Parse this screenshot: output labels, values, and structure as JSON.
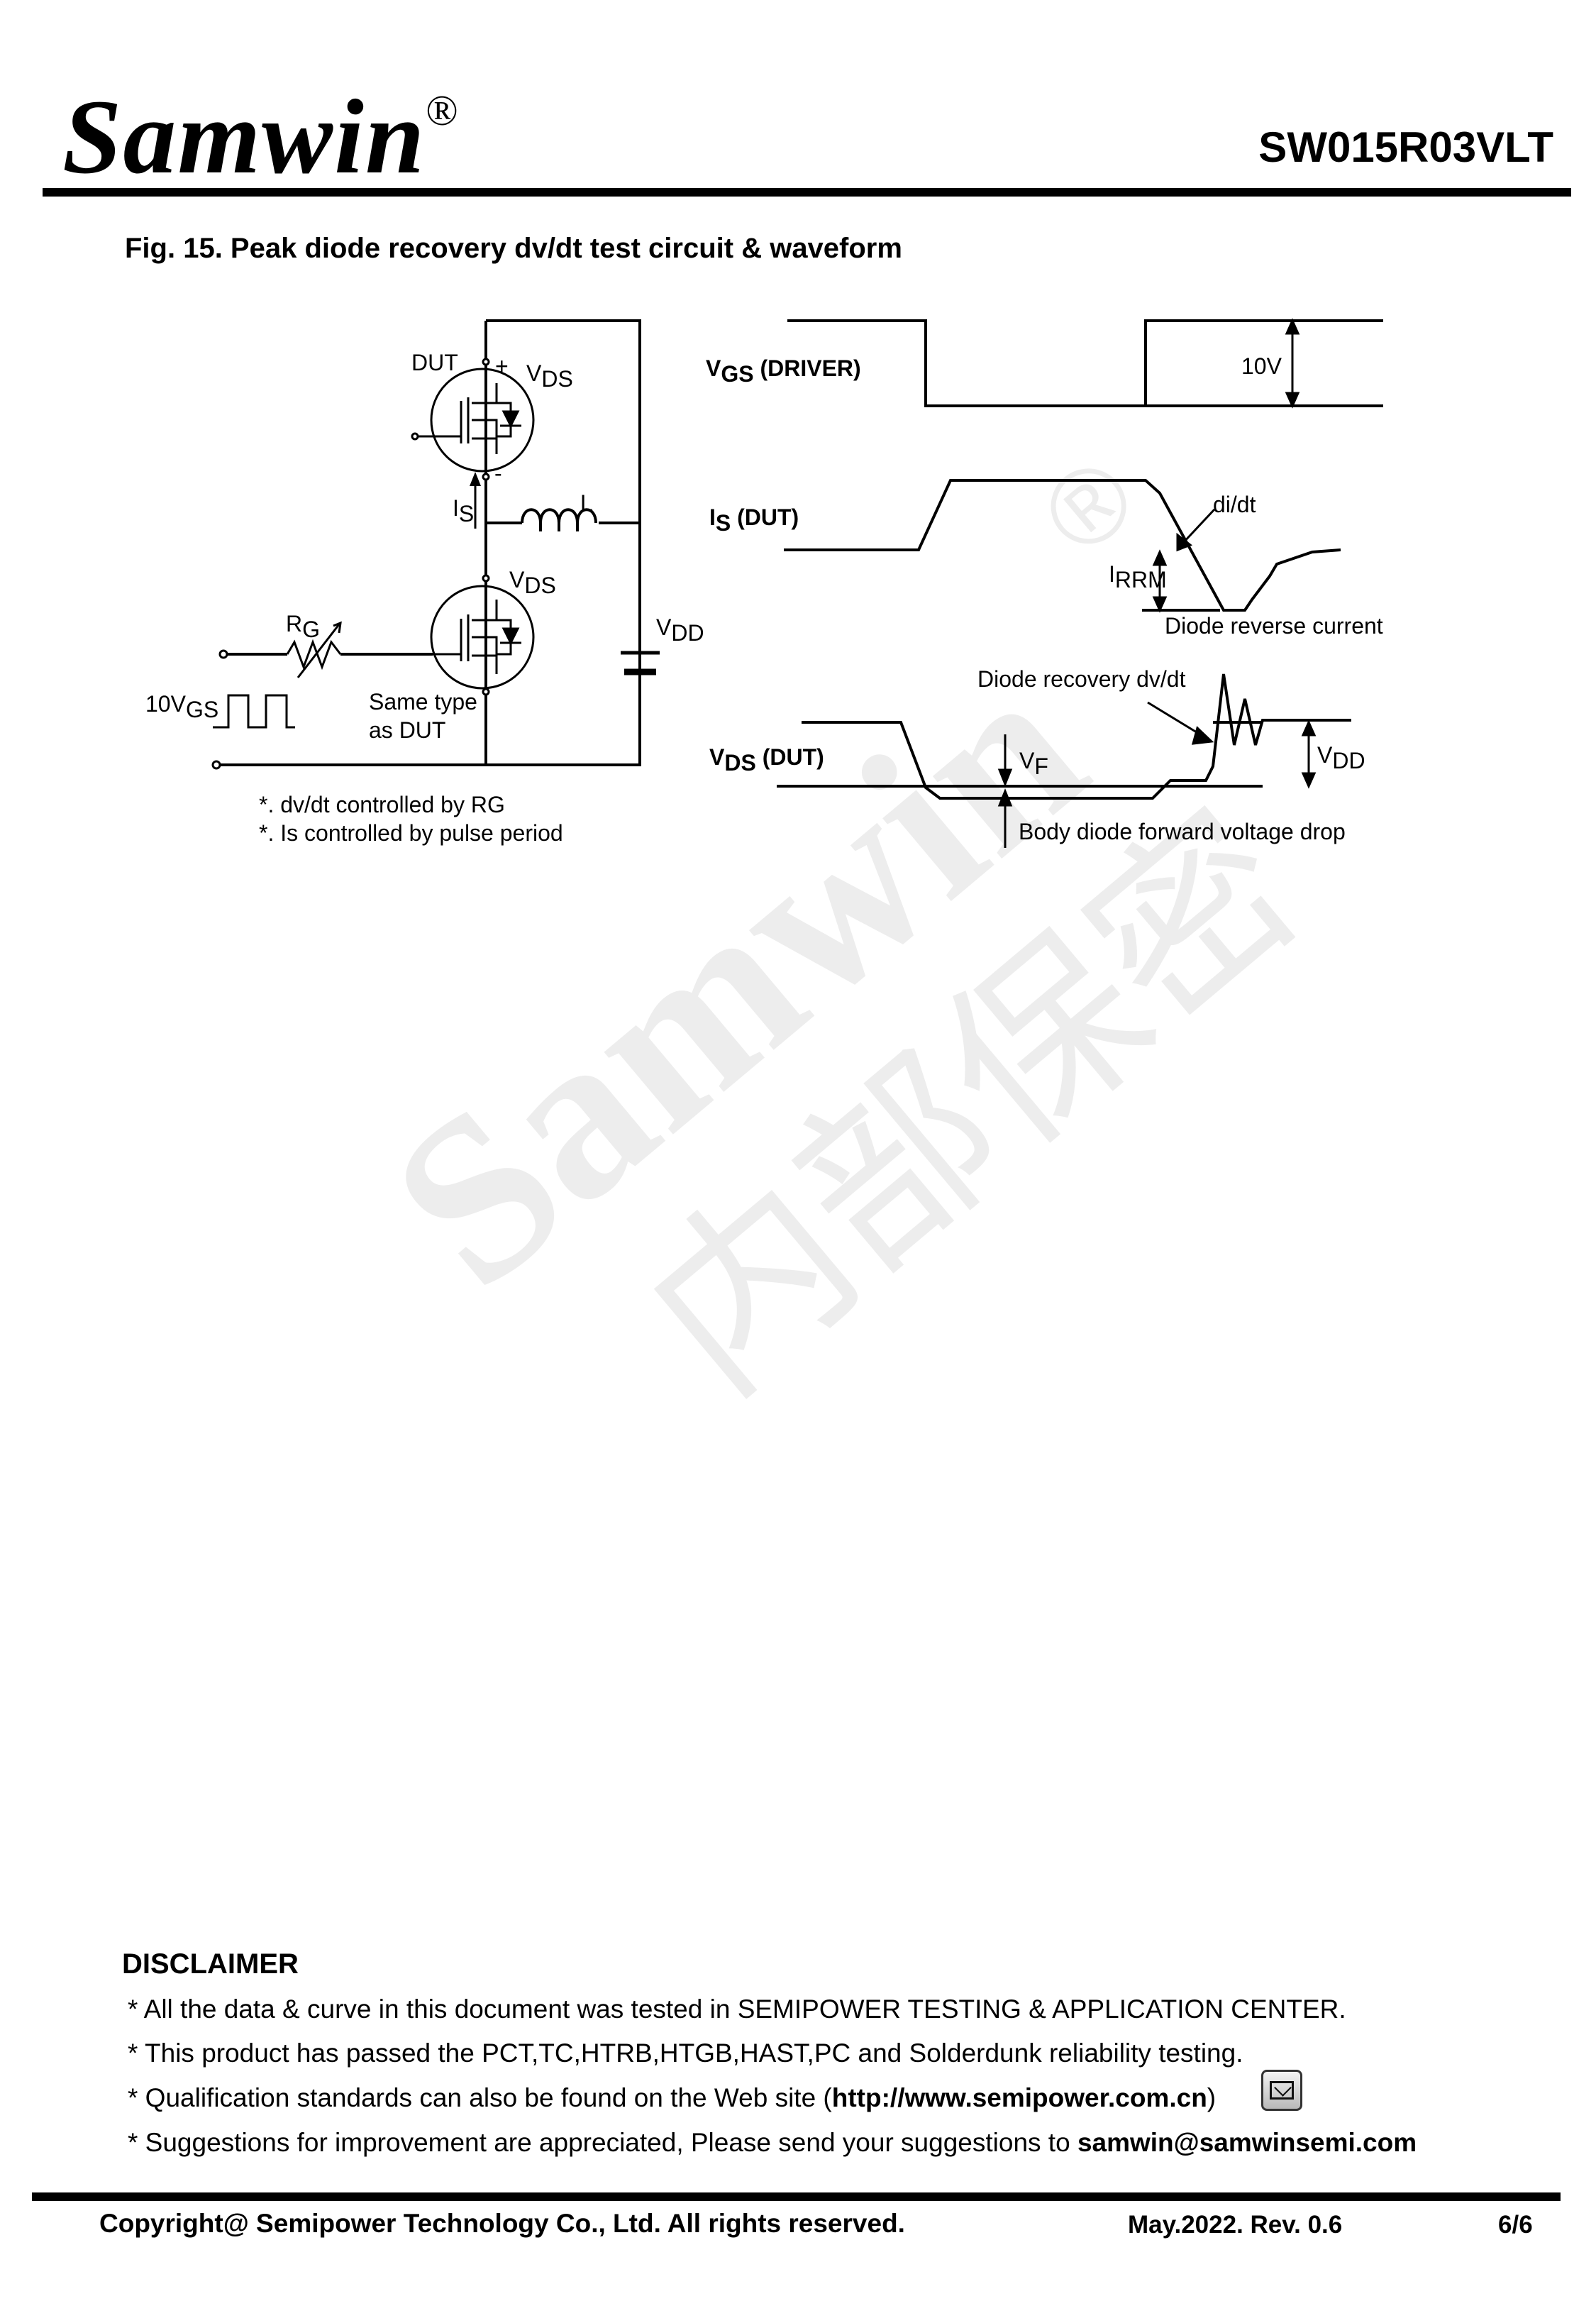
{
  "header": {
    "brand": "Samwin",
    "registered_mark": "®",
    "part_number": "SW015R03VLT"
  },
  "figure": {
    "title": "Fig. 15. Peak diode recovery dv/dt test circuit & waveform",
    "circuit": {
      "dut_label": "DUT",
      "plus_sign": "+",
      "minus_sign": "-",
      "vds_label": "V",
      "vds_sub": "DS",
      "is_label": "I",
      "is_sub": "S",
      "inductor_label": "L",
      "vdd_label": "V",
      "vdd_sub": "DD",
      "rg_label": "R",
      "rg_sub": "G",
      "gate_source_label": "10V",
      "gate_source_sub": "GS",
      "same_type_line1": "Same type",
      "same_type_line2": "as DUT",
      "note1": "*. dv/dt controlled by RG",
      "note2": "*. Is controlled by pulse period"
    },
    "waveform": {
      "vgs_label": "V",
      "vgs_sub": "GS",
      "vgs_suffix": " (DRIVER)",
      "vgs_amplitude": "10V",
      "is_label": "I",
      "is_sub": "S",
      "is_suffix": " (DUT)",
      "didt": "di/dt",
      "irrm_label": "I",
      "irrm_sub": "RRM",
      "reverse_current": "Diode reverse current",
      "recovery_dvdt": "Diode recovery dv/dt",
      "vds_label": "V",
      "vds_sub": "DS",
      "vds_suffix": " (DUT)",
      "vf_label": "V",
      "vf_sub": "F",
      "vdd_label": "V",
      "vdd_sub": "DD",
      "forward_drop": "Body diode forward voltage drop"
    }
  },
  "watermark": {
    "line1": "Samwin",
    "line2": "内部保密",
    "mark": "®"
  },
  "disclaimer": {
    "heading": "DISCLAIMER",
    "line1": "* All the data & curve in this document was tested in SEMIPOWER TESTING & APPLICATION CENTER.",
    "line2": "* This product has passed the PCT,TC,HTRB,HTGB,HAST,PC and Solderdunk reliability testing.",
    "line3_prefix": "* Qualification standards can also be found on the Web site (",
    "line3_url": "http://www.semipower.com.cn",
    "line3_suffix": ")",
    "line4_prefix": "* Suggestions for improvement are appreciated, Please send your suggestions to ",
    "line4_email": "samwin@samwinsemi.com",
    "mail_icon": "mail-icon"
  },
  "footer": {
    "copyright": "Copyright@ Semipower Technology Co., Ltd. All rights reserved.",
    "revision": "May.2022. Rev. 0.6",
    "page": "6/6"
  }
}
